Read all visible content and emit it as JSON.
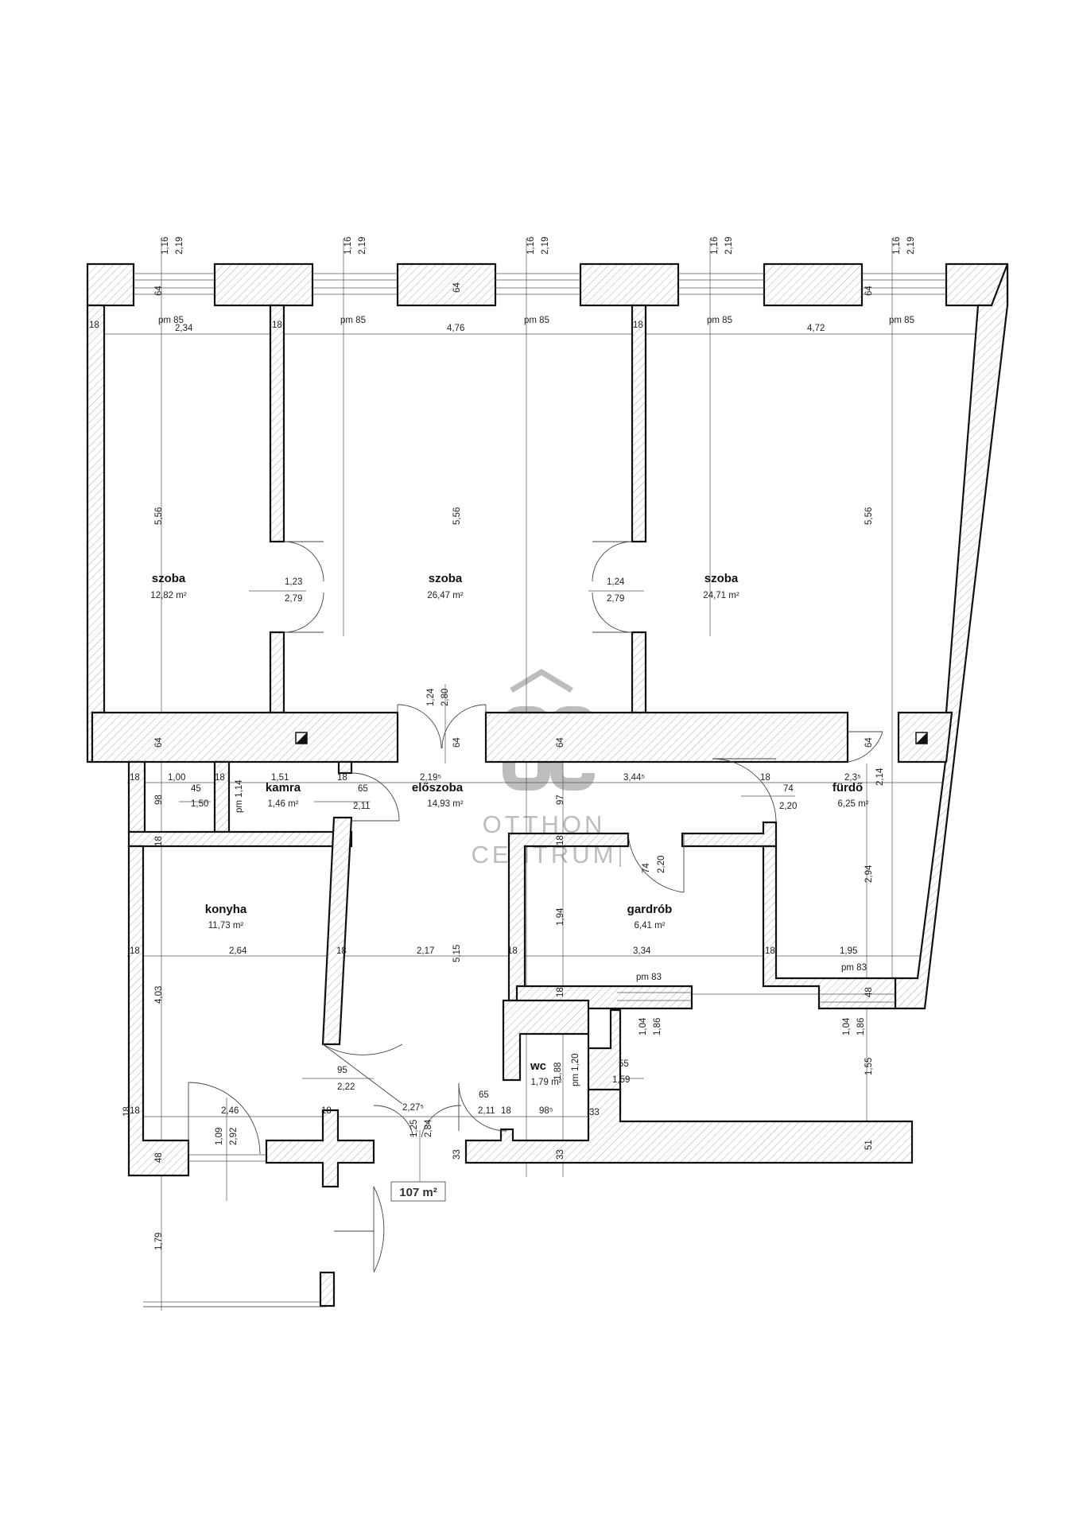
{
  "rooms": [
    {
      "name": "szoba",
      "area": "12,82 m²"
    },
    {
      "name": "szoba",
      "area": "26,47 m²"
    },
    {
      "name": "szoba",
      "area": "24,71 m²"
    },
    {
      "name": "kamra",
      "area": "1,46 m²"
    },
    {
      "name": "előszoba",
      "area": "14,93 m²"
    },
    {
      "name": "fürdő",
      "area": "6,25 m²"
    },
    {
      "name": "konyha",
      "area": "11,73 m²"
    },
    {
      "name": "gardrób",
      "area": "6,41 m²"
    },
    {
      "name": "wc",
      "area": "1,79 m²"
    }
  ],
  "total_area": "107 m²",
  "logo": {
    "line1": "OTTHON",
    "line2": "CENTRUM",
    "monogram": "OC"
  },
  "dimensions": {
    "top_windows": [
      {
        "a": "1,16",
        "b": "2,19"
      },
      {
        "a": "1,16",
        "b": "2,19"
      },
      {
        "a": "1,16",
        "b": "2,19"
      },
      {
        "a": "1,16",
        "b": "2,19"
      },
      {
        "a": "1,16",
        "b": "2,19"
      }
    ],
    "top_row": [
      "18",
      "pm 85",
      "2,34",
      "18",
      "pm 85",
      "4,76",
      "pm 85",
      "18",
      "pm 85",
      "4,72",
      "pm 85"
    ],
    "wall_64": [
      "64",
      "64",
      "64",
      "64",
      "64",
      "64",
      "64",
      "64"
    ],
    "room_heights": [
      "5,56",
      "5,56",
      "5,56"
    ],
    "doors_upper": [
      "1,23",
      "2,79",
      "1,24",
      "2,79",
      "1,24",
      "2,80"
    ],
    "middle_row": [
      "18",
      "1,00",
      "18",
      "1,51",
      "18",
      "2,19⁵",
      "3,44⁵",
      "18",
      "2,3⁵"
    ],
    "kamra_dims": [
      "98",
      "45",
      "1,50",
      "pm 1,14",
      "65",
      "2,11"
    ],
    "middle_misc": [
      "97",
      "74",
      "2,20",
      "2,14",
      "18",
      "18",
      "74",
      "2,20",
      "2,94",
      "1,94"
    ],
    "lower_row": [
      "18",
      "2,64",
      "18",
      "2,17",
      "5,15",
      "18",
      "3,34",
      "18",
      "1,95"
    ],
    "lower_misc": [
      "4,03",
      "pm 83",
      "pm 83",
      "18",
      "48",
      "1,04",
      "1,86",
      "1,04",
      "1,86",
      "18",
      "1,55"
    ],
    "wc_dims": [
      "1,88",
      "pm 1,20",
      "55",
      "1,59",
      "65",
      "2,11",
      "18",
      "98⁵",
      "33"
    ],
    "kitchen_door": [
      "95",
      "2,22"
    ],
    "bottom_row": [
      "18",
      "2,46",
      "18",
      "1,09",
      "2,92",
      "2,27⁵",
      "1,25",
      "2,84",
      "33",
      "33",
      "51",
      "48"
    ],
    "entry": [
      "1,79"
    ]
  }
}
